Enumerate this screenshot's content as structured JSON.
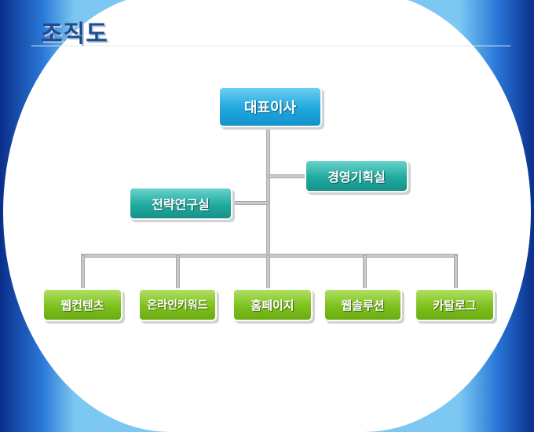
{
  "title": "조직도",
  "colors": {
    "ceo": "#1ea6de",
    "staff": "#20aaa0",
    "dept": "#7cc11c",
    "title": "#1d4b8f"
  },
  "org": {
    "ceo": "대표이사",
    "staff_right": "경영기획실",
    "staff_left": "전략연구실",
    "departments": [
      "웹컨텐츠",
      "온라인키워드",
      "홈페이지",
      "웹솔루션",
      "카탈로그"
    ]
  }
}
